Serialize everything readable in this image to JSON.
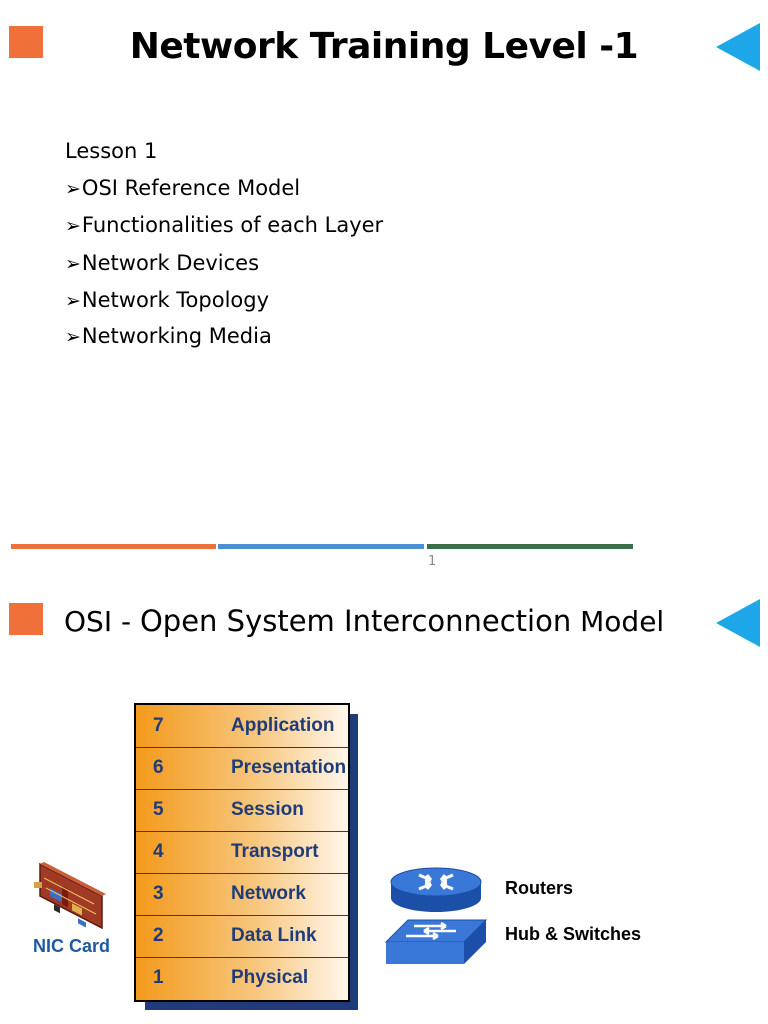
{
  "slide1": {
    "title": "Network Training Level -1",
    "lesson": "Lesson 1",
    "bullets": [
      "OSI Reference Model",
      "Functionalities of each Layer",
      "Network Devices",
      "Network Topology",
      "Networking Media"
    ],
    "bullet_icon": "arrowhead-bullet",
    "page_number": "1",
    "colors": {
      "accent_orange": "#f0703a",
      "accent_blue": "#1ea7e8",
      "bar_orange": "#f0703a",
      "bar_blue": "#4a8fd4",
      "bar_green": "#3c6e4a"
    }
  },
  "slide2": {
    "title_prefix": "OSI - ",
    "title_main": "Open System Interconnection",
    "title_suffix": " Model",
    "layers": [
      {
        "num": "7",
        "name": "Application"
      },
      {
        "num": "6",
        "name": "Presentation"
      },
      {
        "num": "5",
        "name": "Session"
      },
      {
        "num": "4",
        "name": "Transport"
      },
      {
        "num": "3",
        "name": "Network"
      },
      {
        "num": "2",
        "name": "Data Link"
      },
      {
        "num": "1",
        "name": "Physical"
      }
    ],
    "nic_label": "NIC Card",
    "router_label": "Routers",
    "switch_label": "Hub & Switches"
  }
}
